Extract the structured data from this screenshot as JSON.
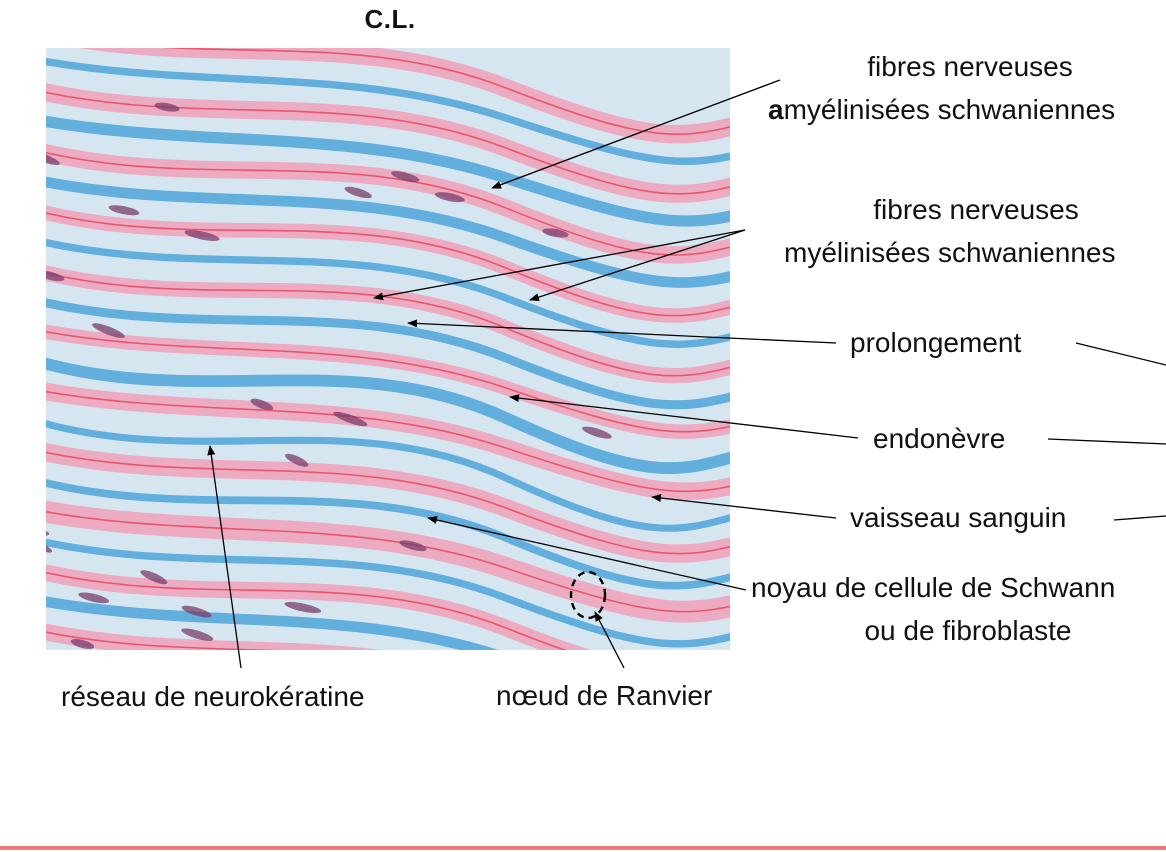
{
  "title": "C.L.",
  "labels": {
    "unmyelinated_line1": "fibres nerveuses",
    "unmyelinated_line2_bold": "a",
    "unmyelinated_line2_rest": "myélinisées schwaniennes",
    "myelinated_line1": "fibres nerveuses",
    "myelinated_line2": "myélinisées schwaniennes",
    "prolongement": "prolongement",
    "endonevre": "endonèvre",
    "vaisseau": "vaisseau sanguin",
    "noyau_line1": "noyau de cellule de Schwann",
    "noyau_line2": "ou de fibroblaste",
    "neurokeratine": "réseau de neurokératine",
    "noeud": "nœud de Ranvier"
  },
  "colors": {
    "stain_blue": "#3b9bd6",
    "stain_pink": "#f0a0b8",
    "stain_red": "#e8405a",
    "nucleus": "#7a3c6a",
    "footer_rule": "#f07a7a"
  }
}
